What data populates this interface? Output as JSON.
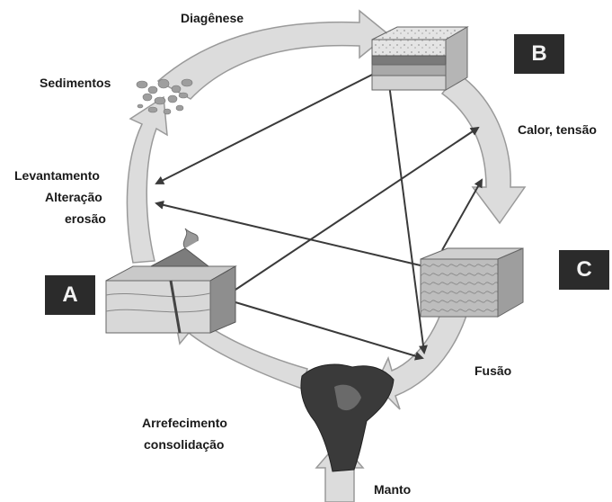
{
  "labels": {
    "diagenese": "Diagênese",
    "sedimentos": "Sedimentos",
    "levantamento": "Levantamento",
    "alteracao": "Alteração",
    "erosao": "erosão",
    "calor_tensao": "Calor, tensão",
    "fusao": "Fusão",
    "arrefecimento": "Arrefecimento",
    "consolidacao": "consolidação",
    "manto": "Manto"
  },
  "boxes": {
    "a": "A",
    "b": "B",
    "c": "C"
  },
  "colors": {
    "cycle_arrow_fill": "#dcdcdc",
    "cycle_arrow_stroke": "#9a9a9a",
    "connector": "#3a3a3a",
    "box_fill": "#2b2b2b",
    "box_text": "#f2f2f2"
  }
}
